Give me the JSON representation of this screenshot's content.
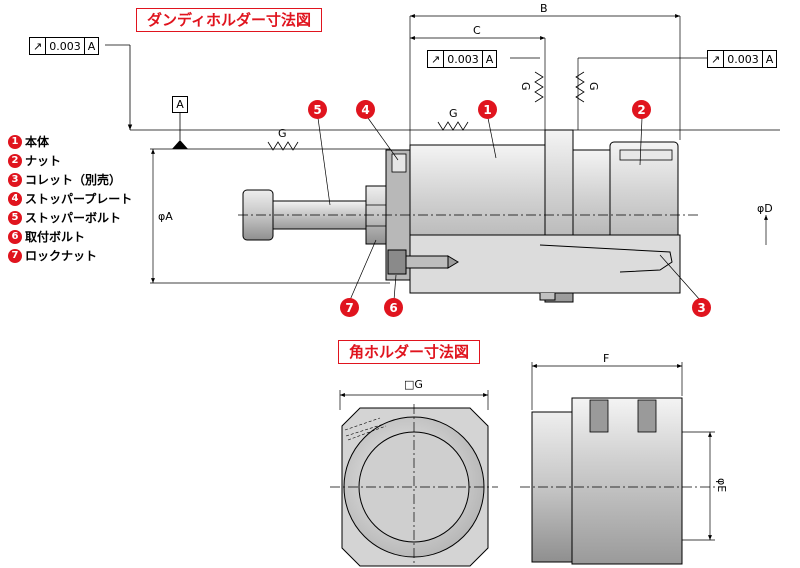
{
  "titles": {
    "dandy_holder": "ダンディホルダー寸法図",
    "square_holder": "角ホルダー寸法図"
  },
  "legend": [
    {
      "num": "1",
      "label": "本体"
    },
    {
      "num": "2",
      "label": "ナット"
    },
    {
      "num": "3",
      "label": "コレット（別売）"
    },
    {
      "num": "4",
      "label": "ストッパープレート"
    },
    {
      "num": "5",
      "label": "ストッパーボルト"
    },
    {
      "num": "6",
      "label": "取付ボルト"
    },
    {
      "num": "7",
      "label": "ロックナット"
    }
  ],
  "tolerance_frames": [
    {
      "symbol": "↗",
      "value": "0.003",
      "datum": "A"
    },
    {
      "symbol": "↗",
      "value": "0.003",
      "datum": "A"
    },
    {
      "symbol": "↗",
      "value": "0.003",
      "datum": "A"
    }
  ],
  "datum_label": "A",
  "dimensions": {
    "B": "B",
    "C": "C",
    "phiA": "φA",
    "phiD": "φD",
    "sqG": "□G",
    "F": "F",
    "phiE": "φE",
    "G": "G"
  },
  "colors": {
    "accent": "#e0141e",
    "body_gray": "#c8c8c8",
    "line": "#000000"
  }
}
